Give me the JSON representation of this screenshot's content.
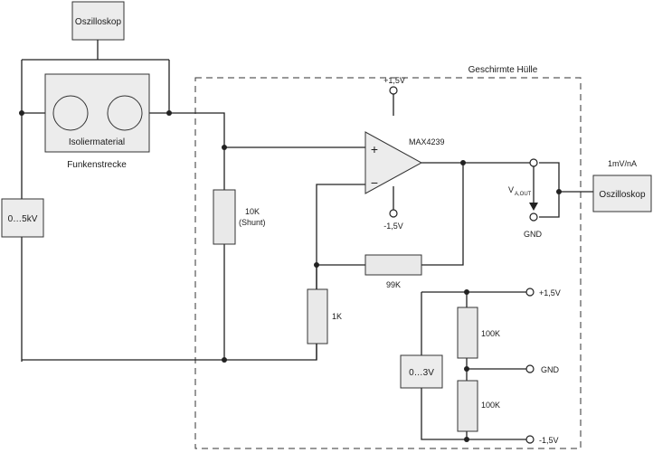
{
  "labels": {
    "osc_top": "Oszilloskop",
    "isolation": "Isoliermaterial",
    "spark_gap": "Funkenstrecke",
    "hv_source": "0…5kV",
    "shield": "Geschirmte Hülle",
    "vplus": "+1,5V",
    "vminus": "-1,5V",
    "opamp_name": "MAX4239",
    "shunt_value": "10K",
    "shunt_name": "(Shunt)",
    "r_fb": "99K",
    "r_in": "1K",
    "vout_main": "V",
    "vout_sub": "A,OUT",
    "gnd_out": "GND",
    "osc_right": "Oszilloskop",
    "sensitivity": "1mV/nA",
    "supply_source": "0…3V",
    "r_div_top": "100K",
    "r_div_bottom": "100K",
    "rail_plus": "+1,5V",
    "rail_gnd": "GND",
    "rail_minus": "-1,5V",
    "pin_plus": "+",
    "pin_minus": "−"
  }
}
